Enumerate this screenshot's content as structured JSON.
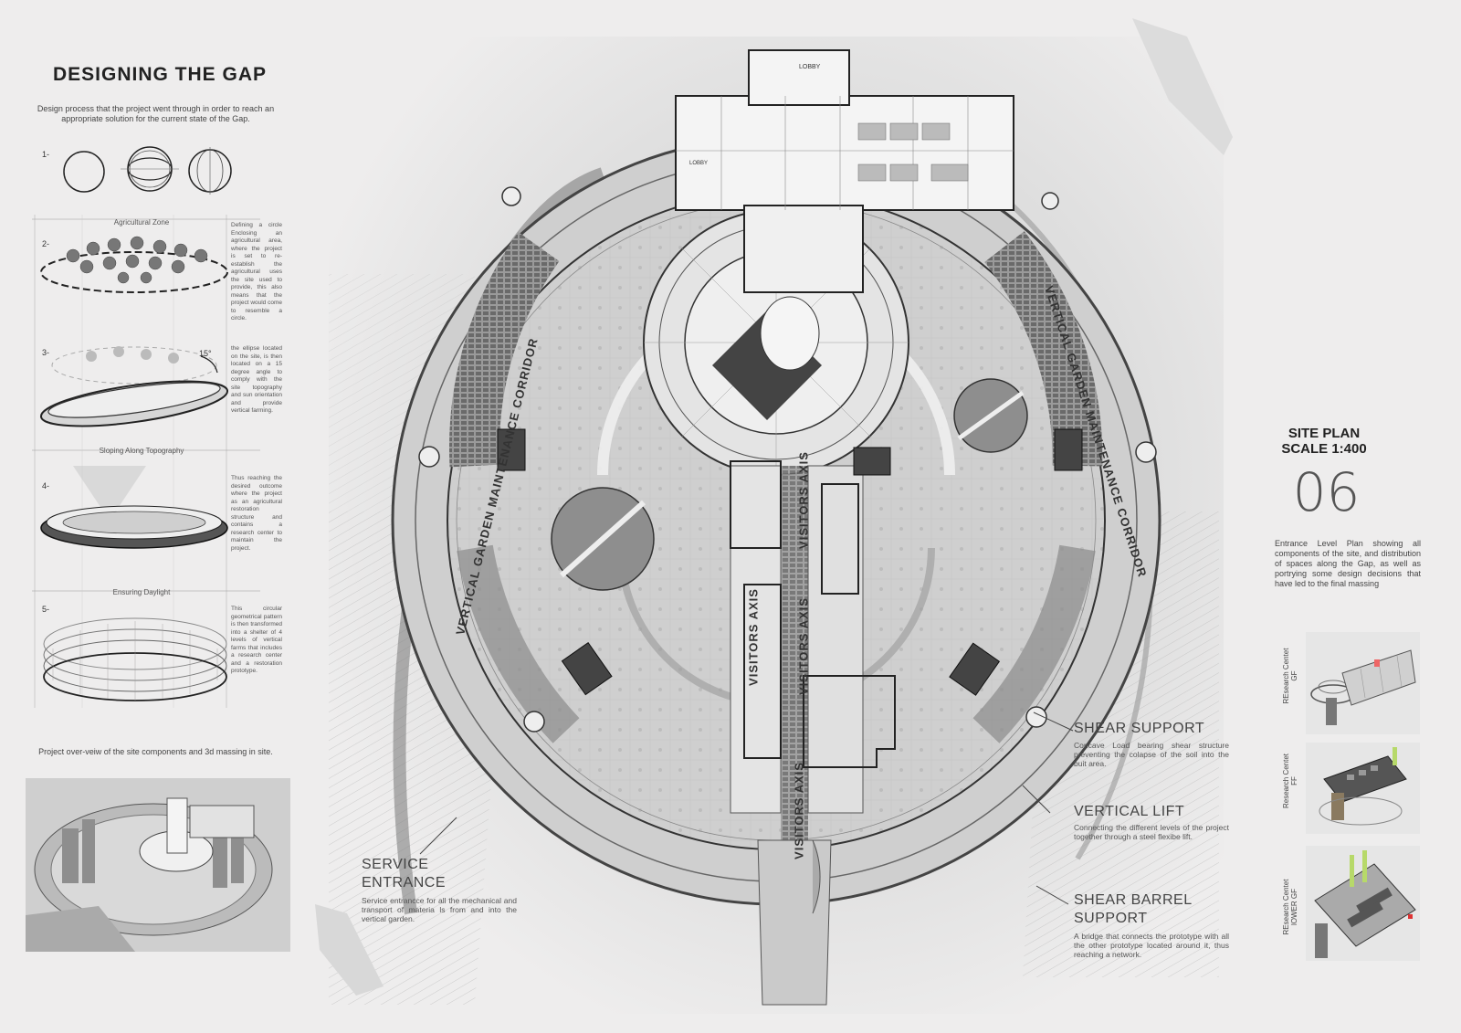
{
  "title": "DESIGNING THE GAP",
  "intro": "Design process that the project went through in order to reach an appropriate solution for the current state of the Gap.",
  "steps": [
    {
      "num": "1-"
    },
    {
      "num": "2-",
      "zone": "Agricultural Zone",
      "caption": "Defining a circle Enclosing an agricultural area, where the project is set to re-establish the agricultural uses the site used to provide, this also means that the project would come to resemble a circle."
    },
    {
      "num": "3-",
      "angle": "15°",
      "caption": "the ellipse located on the site, is then located on a 15 degree angle to comply with the site topography and sun orientation and provide vertical farming."
    },
    {
      "num": "4-",
      "zone": "Sloping Along Topography",
      "caption": "Thus reaching the desired outcome where the project as an agricultural restoration structure and contains a research center to maintain the project."
    },
    {
      "num": "5-",
      "zone": "Ensuring Daylight",
      "caption": "This circular geometrical pattern is then transformed into a shelter of 4 levels of vertical farms that includes a research center and a restoration prototype."
    }
  ],
  "overview": "Project over-veiw of the site components and 3d massing in site.",
  "plan_labels": {
    "service_title": [
      "SERVICE",
      "ENTRANCE"
    ],
    "service_desc": "Service entrancce for all the mechanical and transport of materia ls from and into the vertical garden.",
    "shear_title": "SHEAR SUPPORT",
    "shear_desc": "Concave Load bearing shear structure preventing the colapse of the soil into the buit area.",
    "lift_title": "VERTICAL LIFT",
    "lift_desc": "Connecting the different levels of the project together through a steel flexibe lift.",
    "barrel_title": [
      "SHEAR BARREL",
      "SUPPORT"
    ],
    "barrel_desc": "A bridge that connects the prototype with all the other prototype located around it, thus reaching a network.",
    "corridor_left": "VERTICAL GARDEN MAINTENANCE CORRIDOR",
    "corridor_right": "VERTICAL GARDEN MAINTENANCE CORRIDOR",
    "visitors_axis": "VISITORS AXIS",
    "lobby": "LOBBY"
  },
  "right": {
    "title_1": "SITE PLAN",
    "title_2": "SCALE 1:400",
    "sheet_number": "06",
    "description": "Entrance Level Plan showing all components of the site, and distribution of spaces along the Gap, as well as portrying some design decisions that have led to the final massing",
    "thumbs": [
      {
        "label_1": "REsearch Centet",
        "label_2": "GF"
      },
      {
        "label_1": "Research Centet",
        "label_2": "FF"
      },
      {
        "label_1": "REsearch Centet",
        "label_2": "lOWER GF"
      }
    ]
  }
}
